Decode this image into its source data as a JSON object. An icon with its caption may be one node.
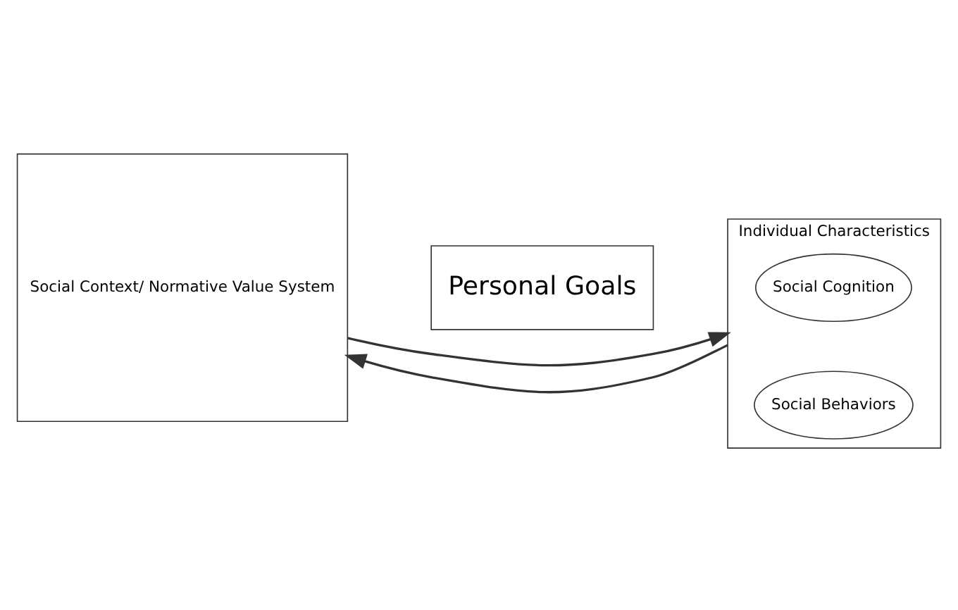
{
  "diagram": {
    "nodes": [
      {
        "text": [
          "Social Context/ Normative Value System"
        ]
      },
      {
        "text": [
          "Personal Goals"
        ]
      },
      {
        "text": [
          "Individual Characteristics"
        ]
      },
      {
        "text": [
          "Social Cognition"
        ],
        "in": 2
      },
      {
        "text": [
          "Social Behaviors"
        ],
        "in": 2
      }
    ],
    "edges": [
      {
        "from": 0,
        "to": 2,
        "arrow": "to"
      },
      {
        "from": 2,
        "to": 0,
        "arrow": "to"
      }
    ]
  }
}
